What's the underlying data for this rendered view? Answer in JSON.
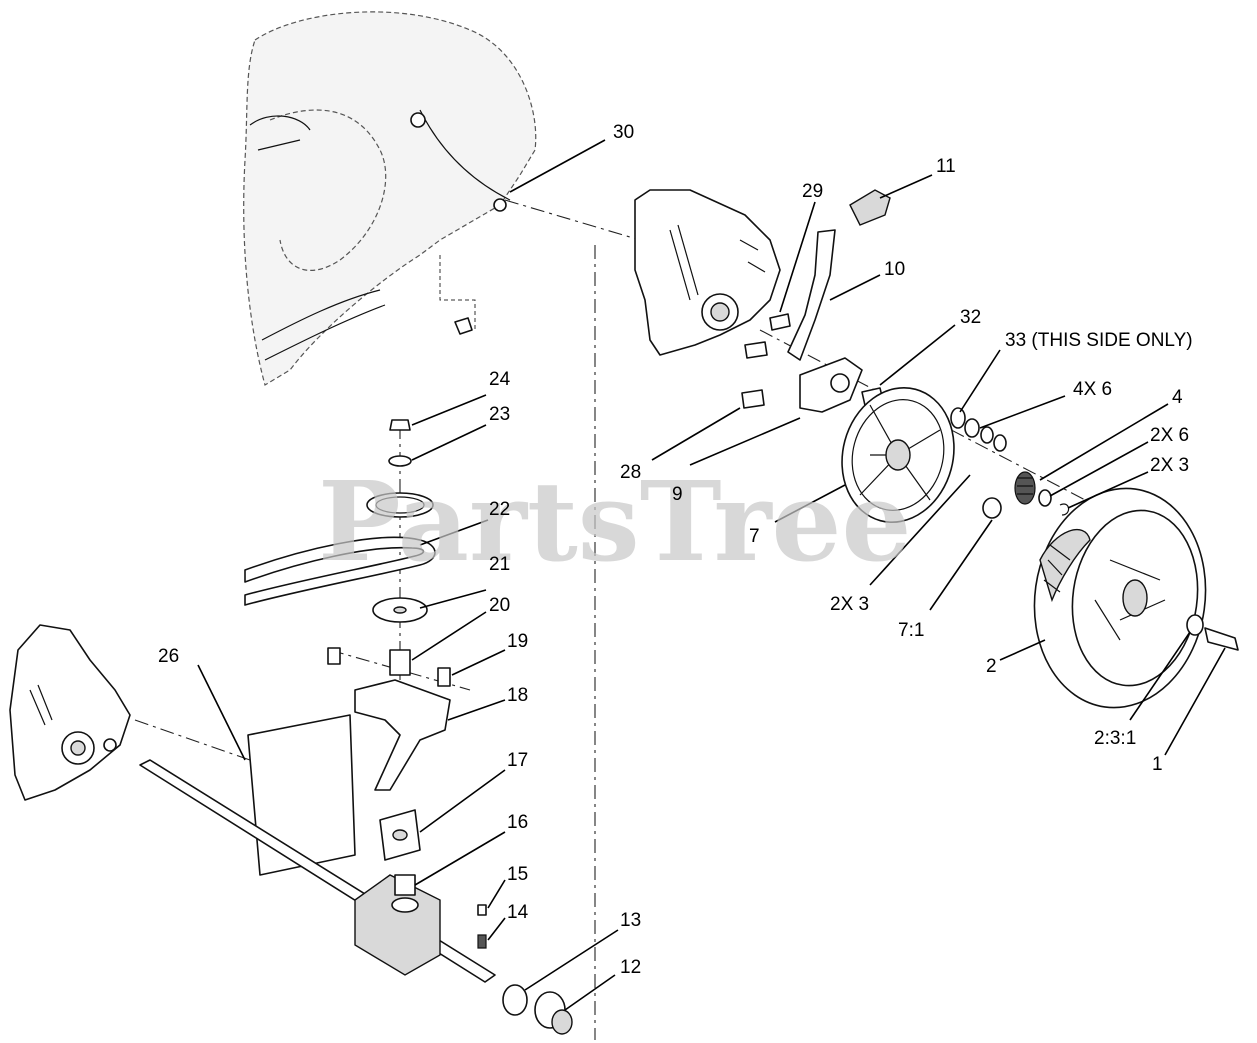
{
  "watermark": "PartsTree",
  "callouts": [
    {
      "id": "c30",
      "text": "30"
    },
    {
      "id": "c29",
      "text": "29"
    },
    {
      "id": "c11",
      "text": "11"
    },
    {
      "id": "c10",
      "text": "10"
    },
    {
      "id": "c32",
      "text": "32"
    },
    {
      "id": "c33",
      "text": "33 (THIS SIDE ONLY)"
    },
    {
      "id": "c4x6",
      "text": "4X 6"
    },
    {
      "id": "c4",
      "text": "4"
    },
    {
      "id": "c2x6",
      "text": "2X 6"
    },
    {
      "id": "c2x3a",
      "text": "2X 3"
    },
    {
      "id": "c28",
      "text": "28"
    },
    {
      "id": "c9",
      "text": "9"
    },
    {
      "id": "c7",
      "text": "7"
    },
    {
      "id": "c2x3b",
      "text": "2X 3"
    },
    {
      "id": "c71",
      "text": "7:1"
    },
    {
      "id": "c2",
      "text": "2"
    },
    {
      "id": "c231",
      "text": "2:3:1"
    },
    {
      "id": "c1",
      "text": "1"
    },
    {
      "id": "c24",
      "text": "24"
    },
    {
      "id": "c23",
      "text": "23"
    },
    {
      "id": "c22",
      "text": "22"
    },
    {
      "id": "c21",
      "text": "21"
    },
    {
      "id": "c20",
      "text": "20"
    },
    {
      "id": "c19",
      "text": "19"
    },
    {
      "id": "c26",
      "text": "26"
    },
    {
      "id": "c18",
      "text": "18"
    },
    {
      "id": "c17",
      "text": "17"
    },
    {
      "id": "c16",
      "text": "16"
    },
    {
      "id": "c15",
      "text": "15"
    },
    {
      "id": "c14",
      "text": "14"
    },
    {
      "id": "c13",
      "text": "13"
    },
    {
      "id": "c12",
      "text": "12"
    }
  ]
}
